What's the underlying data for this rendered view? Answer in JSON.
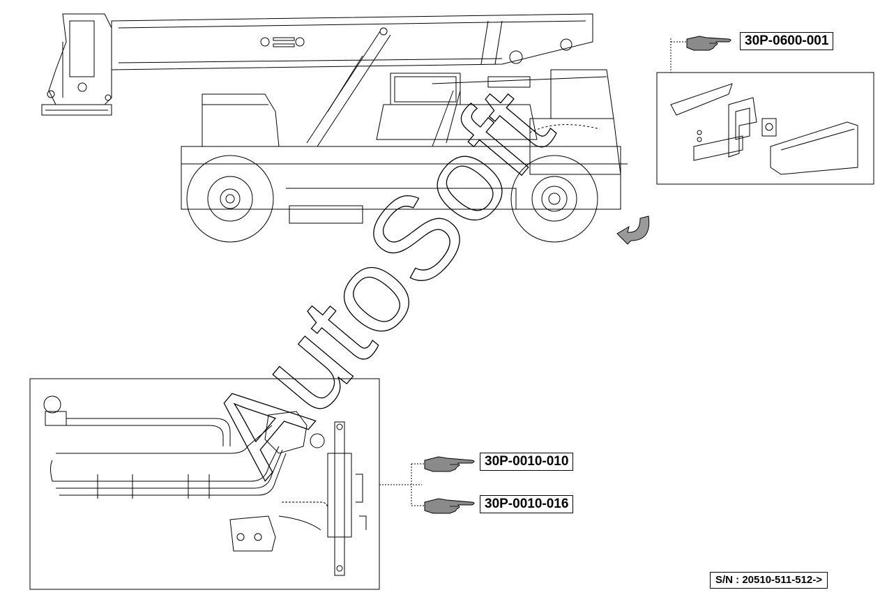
{
  "parts": {
    "top_right": "30P-0600-001",
    "bottom_first": "30P-0010-010",
    "bottom_second": "30P-0010-016"
  },
  "serial_number": "S/N : 20510-511-512->",
  "watermark": "AutoSoft",
  "icons": [
    "pointing-hand-icon",
    "curved-arrow-icon"
  ],
  "colors": {
    "line": "#000000",
    "background": "#ffffff",
    "hand": "#8a8a8a"
  }
}
